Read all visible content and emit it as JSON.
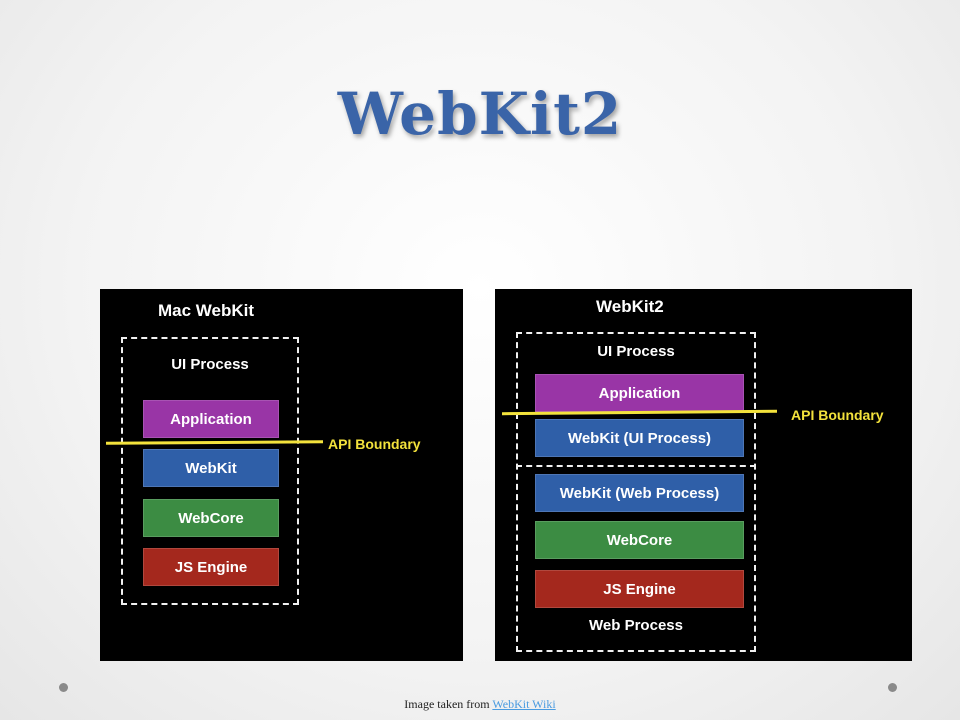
{
  "slide": {
    "title": "WebKit2"
  },
  "left_diagram": {
    "heading": "Mac WebKit",
    "ui_process_label": "UI Process",
    "layers": [
      "Application",
      "WebKit",
      "WebCore",
      "JS Engine"
    ],
    "boundary_label": "API Boundary"
  },
  "right_diagram": {
    "heading": "WebKit2",
    "ui_process_label": "UI Process",
    "ui_layers": [
      "Application",
      "WebKit (UI Process)"
    ],
    "web_layers": [
      "WebKit (Web Process)",
      "WebCore",
      "JS Engine"
    ],
    "web_process_label": "Web Process",
    "boundary_label": "API Boundary"
  },
  "footer": {
    "prefix": "Image taken from ",
    "link_text": "WebKit Wiki"
  },
  "colors": {
    "title": "#3a64a8",
    "application": "#9935a6",
    "webkit": "#2f5fa8",
    "webcore": "#3c8c43",
    "js_engine": "#a4281d",
    "boundary": "#f3e23c"
  }
}
